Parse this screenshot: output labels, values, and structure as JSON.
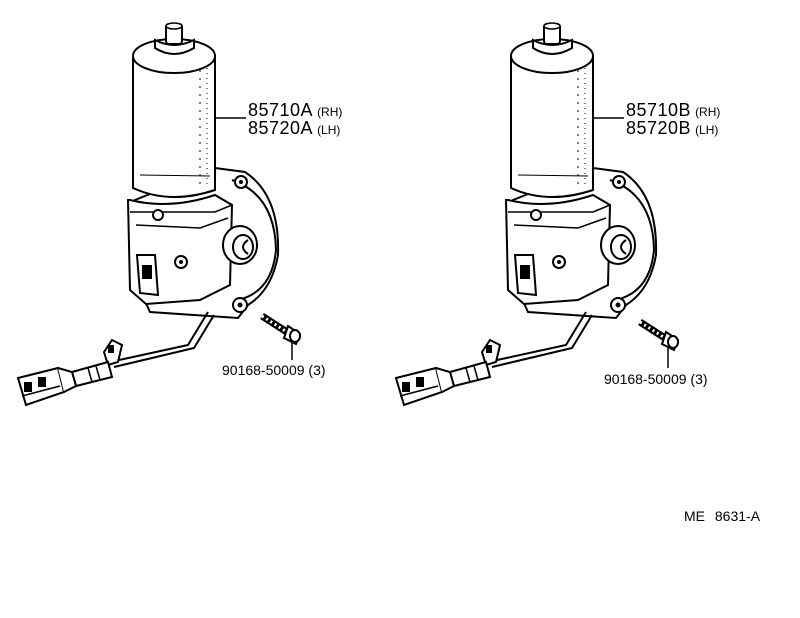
{
  "left_assembly": {
    "part_rh": {
      "number": "85710A",
      "side": "(RH)"
    },
    "part_lh": {
      "number": "85720A",
      "side": "(LH)"
    },
    "bolt_label": "90168-50009 (3)"
  },
  "right_assembly": {
    "part_rh": {
      "number": "85710B",
      "side": "(RH)"
    },
    "part_lh": {
      "number": "85720B",
      "side": "(LH)"
    },
    "bolt_label": "90168-50009 (3)"
  },
  "diagram_code": "ME 8631-A"
}
